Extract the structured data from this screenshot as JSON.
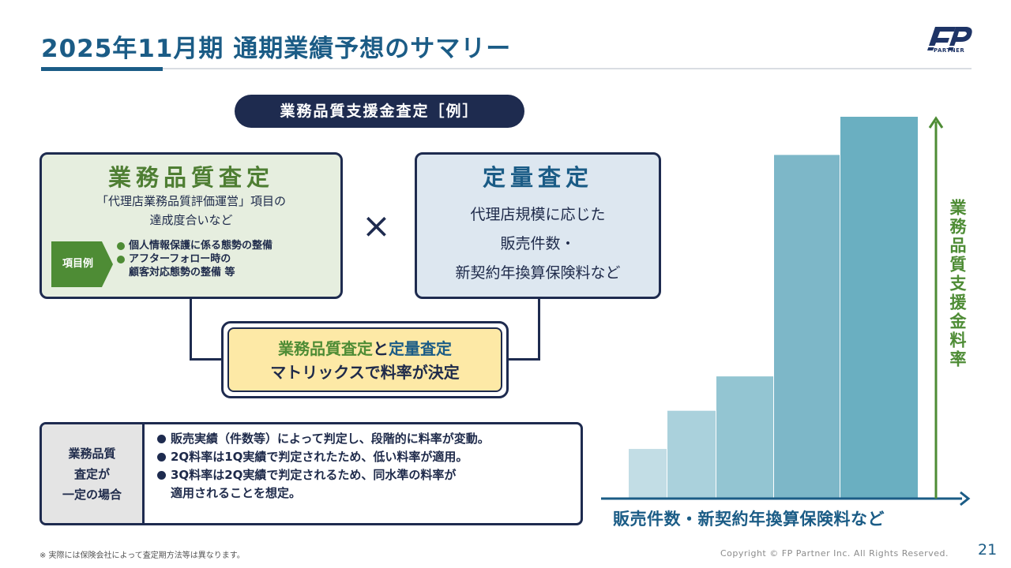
{
  "slide": {
    "title": "2025年11月期 通期業績予想のサマリー",
    "logo_text": "PARTNER",
    "example_pill": "業務品質支援金査定［例］",
    "quality_box": {
      "heading": "業務品質査定",
      "subtitle_lines": [
        "「代理店業務品質評価運営」項目の",
        "達成度合いなど"
      ],
      "tag": "項目例",
      "bullets": [
        "個人情報保護に係る態勢の整備",
        "アフターフォロー時の"
      ],
      "bullet_continuation": "顧客対応態勢の整備 等"
    },
    "times_symbol": "×",
    "quantity_box": {
      "heading": "定量査定",
      "lines": [
        "代理店規模に応じた",
        "販売件数・",
        "新契約年換算保険料など"
      ]
    },
    "result_box": {
      "part1": "業務品質査定",
      "part2": "と",
      "part3": "定量査定",
      "line2": "マトリックスで料率が決定"
    },
    "case_box": {
      "label": "業務品質\n査定が\n一定の場合",
      "items": [
        "販売実績（件数等）によって判定し、段階的に料率が変動。",
        "2Q料率は1Q実績で判定されたため、低い料率が適用。",
        "3Q料率は2Q実績で判定されるため、同水準の料率が"
      ],
      "item3_continuation": "適用されることを想定。"
    },
    "footnote": "※ 実際には保険会社によって査定期方法等は異なります。",
    "copyright": "Copyright © FP Partner Inc. All Rights Reserved.",
    "page_number": "21"
  },
  "chart_data": {
    "type": "bar",
    "title": "",
    "xlabel": "販売件数・新契約年換算保険料など",
    "ylabel": "業務品質支援金料率",
    "categories": [
      "",
      "",
      "",
      "",
      ""
    ],
    "values": [
      13,
      23,
      32,
      90,
      100
    ],
    "ylim": [
      0,
      100
    ],
    "grid": false,
    "legend": "none",
    "colors": [
      "#c2dde5",
      "#aad1dc",
      "#93c5d2",
      "#7db7c8",
      "#6aafc1"
    ],
    "axis_colors": {
      "x": "#1b5c86",
      "y": "#4e8c35"
    }
  }
}
